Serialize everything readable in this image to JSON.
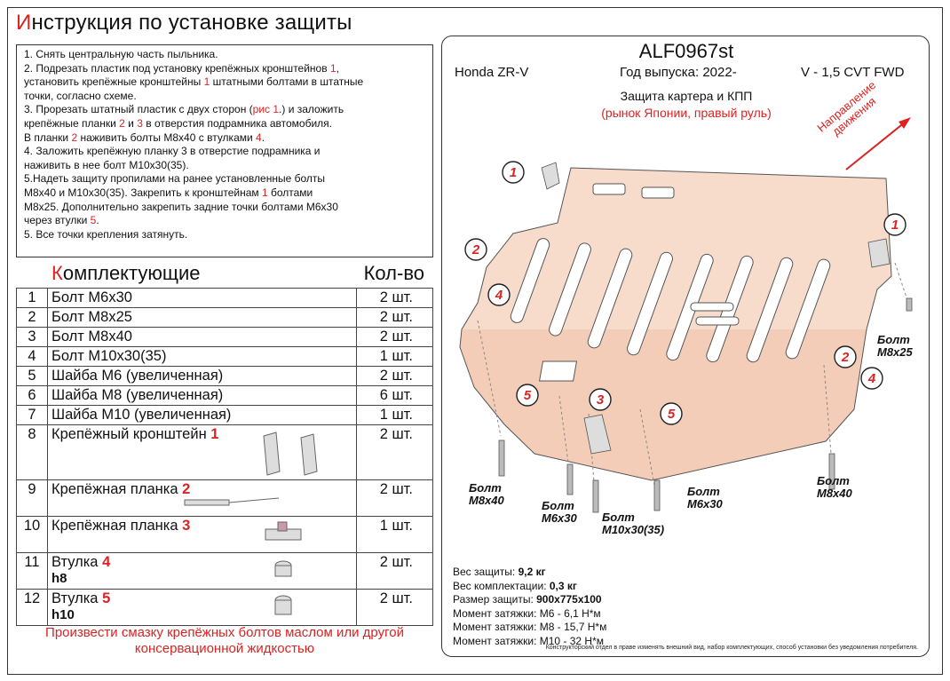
{
  "title": {
    "first": "И",
    "rest": "нструкция по установке защиты"
  },
  "instructions": [
    {
      "parts": [
        "1. Снять центральную часть пыльника."
      ]
    },
    {
      "parts": [
        "2. Подрезать пластик под установку крепёжных кронштейнов ",
        "1",
        ","
      ]
    },
    {
      "parts": [
        "установить крепёжные кронштейны ",
        "1",
        " штатными болтами в штатные"
      ]
    },
    {
      "parts": [
        "точки, согласно схеме."
      ]
    },
    {
      "parts": [
        "3. Прорезать штатный пластик с двух сторон (",
        "рис 1",
        ".) и заложить"
      ]
    },
    {
      "parts": [
        "крепёжные планки ",
        "2",
        " и ",
        "3",
        " в отверстия подрамника автомобиля."
      ]
    },
    {
      "parts": [
        "В планки ",
        "2",
        " наживить болты М8х40 с втулками ",
        "4",
        "."
      ]
    },
    {
      "parts": [
        "4. Заложить крепёжную планку 3 в отверстие подрамника и"
      ]
    },
    {
      "parts": [
        "наживить в нее болт М10х30(35)."
      ]
    },
    {
      "parts": [
        "5.Надеть защиту пропилами на ранее установленные болты"
      ]
    },
    {
      "parts": [
        "М8х40 и М10х30(35). Закрепить к кронштейнам ",
        "1",
        " болтами"
      ]
    },
    {
      "parts": [
        "М8х25. Дополнительно закрепить задние точки болтами М6х30"
      ]
    },
    {
      "parts": [
        "через втулки ",
        "5",
        "."
      ]
    },
    {
      "parts": [
        "5. Все точки крепления затянуть."
      ]
    }
  ],
  "components": {
    "heading_first": "К",
    "heading_rest": "омплектующие",
    "qty_heading": "Кол-во",
    "rows": [
      {
        "num": "1",
        "name": "Болт М6х30",
        "qty": "2 шт."
      },
      {
        "num": "2",
        "name": "Болт М8х25",
        "qty": "2 шт."
      },
      {
        "num": "3",
        "name": "Болт М8х40",
        "qty": "2 шт."
      },
      {
        "num": "4",
        "name": "Болт М10х30(35)",
        "qty": "1 шт."
      },
      {
        "num": "5",
        "name": "Шайба М6 (увеличенная)",
        "qty": "2 шт."
      },
      {
        "num": "6",
        "name": "Шайба М8 (увеличенная)",
        "qty": "6 шт."
      },
      {
        "num": "7",
        "name": "Шайба М10 (увеличенная)",
        "qty": "1 шт."
      },
      {
        "num": "8",
        "name": "Крепёжный кронштейн",
        "mark": "1",
        "qty": "2 шт."
      },
      {
        "num": "9",
        "name": "Крепёжная планка",
        "mark": "2",
        "qty": "2 шт."
      },
      {
        "num": "10",
        "name": "Крепёжная планка",
        "mark": "3",
        "qty": "1 шт."
      },
      {
        "num": "11",
        "name": "Втулка",
        "mark": "4",
        "sub": "h8",
        "qty": "2 шт."
      },
      {
        "num": "12",
        "name": "Втулка",
        "mark": "5",
        "sub": "h10",
        "qty": "2 шт."
      }
    ]
  },
  "note": "Произвести смазку крепёжных болтов маслом или другой консервационной жидкостью",
  "product": {
    "code": "ALF0967st",
    "car": "Honda ZR-V",
    "year": "Год выпуска: 2022-",
    "engine": "V - 1,5 CVT FWD",
    "subtitle": "Защита картера и КПП",
    "market": "(рынок Японии, правый руль)",
    "direction_line1": "Направление",
    "direction_line2": "движения"
  },
  "callouts": [
    "1",
    "1",
    "2",
    "4",
    "2",
    "4",
    "5",
    "3",
    "5"
  ],
  "bolt_labels": [
    {
      "l1": "Болт",
      "l2": "М8х25"
    },
    {
      "l1": "Болт",
      "l2": "М8х40"
    },
    {
      "l1": "Болт",
      "l2": "М8х40"
    },
    {
      "l1": "Болт",
      "l2": "М6х30"
    },
    {
      "l1": "Болт",
      "l2": "М6х30"
    },
    {
      "l1": "Болт",
      "l2": "М10х30(35)"
    }
  ],
  "specs": {
    "weight_label": "Вес защиты: ",
    "weight": "9,2 кг",
    "kit_label": "Вес комплектации: ",
    "kit": "0,3 кг",
    "size_label": "Размер защиты: ",
    "size": "900х775х100",
    "t6": "Момент затяжки: М6 - 6,1 Н*м",
    "t8": "Момент затяжки: М8 - 15,7 Н*м",
    "t10": "Момент затяжки: М10 - 32 Н*м"
  },
  "footer": "Конструкторский отдел в праве изменять внешний вид, набор комплектующих, способ установки без уведомления потребителя.",
  "colors": {
    "accent": "#dd2222",
    "plate": "#f7dccb",
    "plate_stroke": "#555555"
  }
}
